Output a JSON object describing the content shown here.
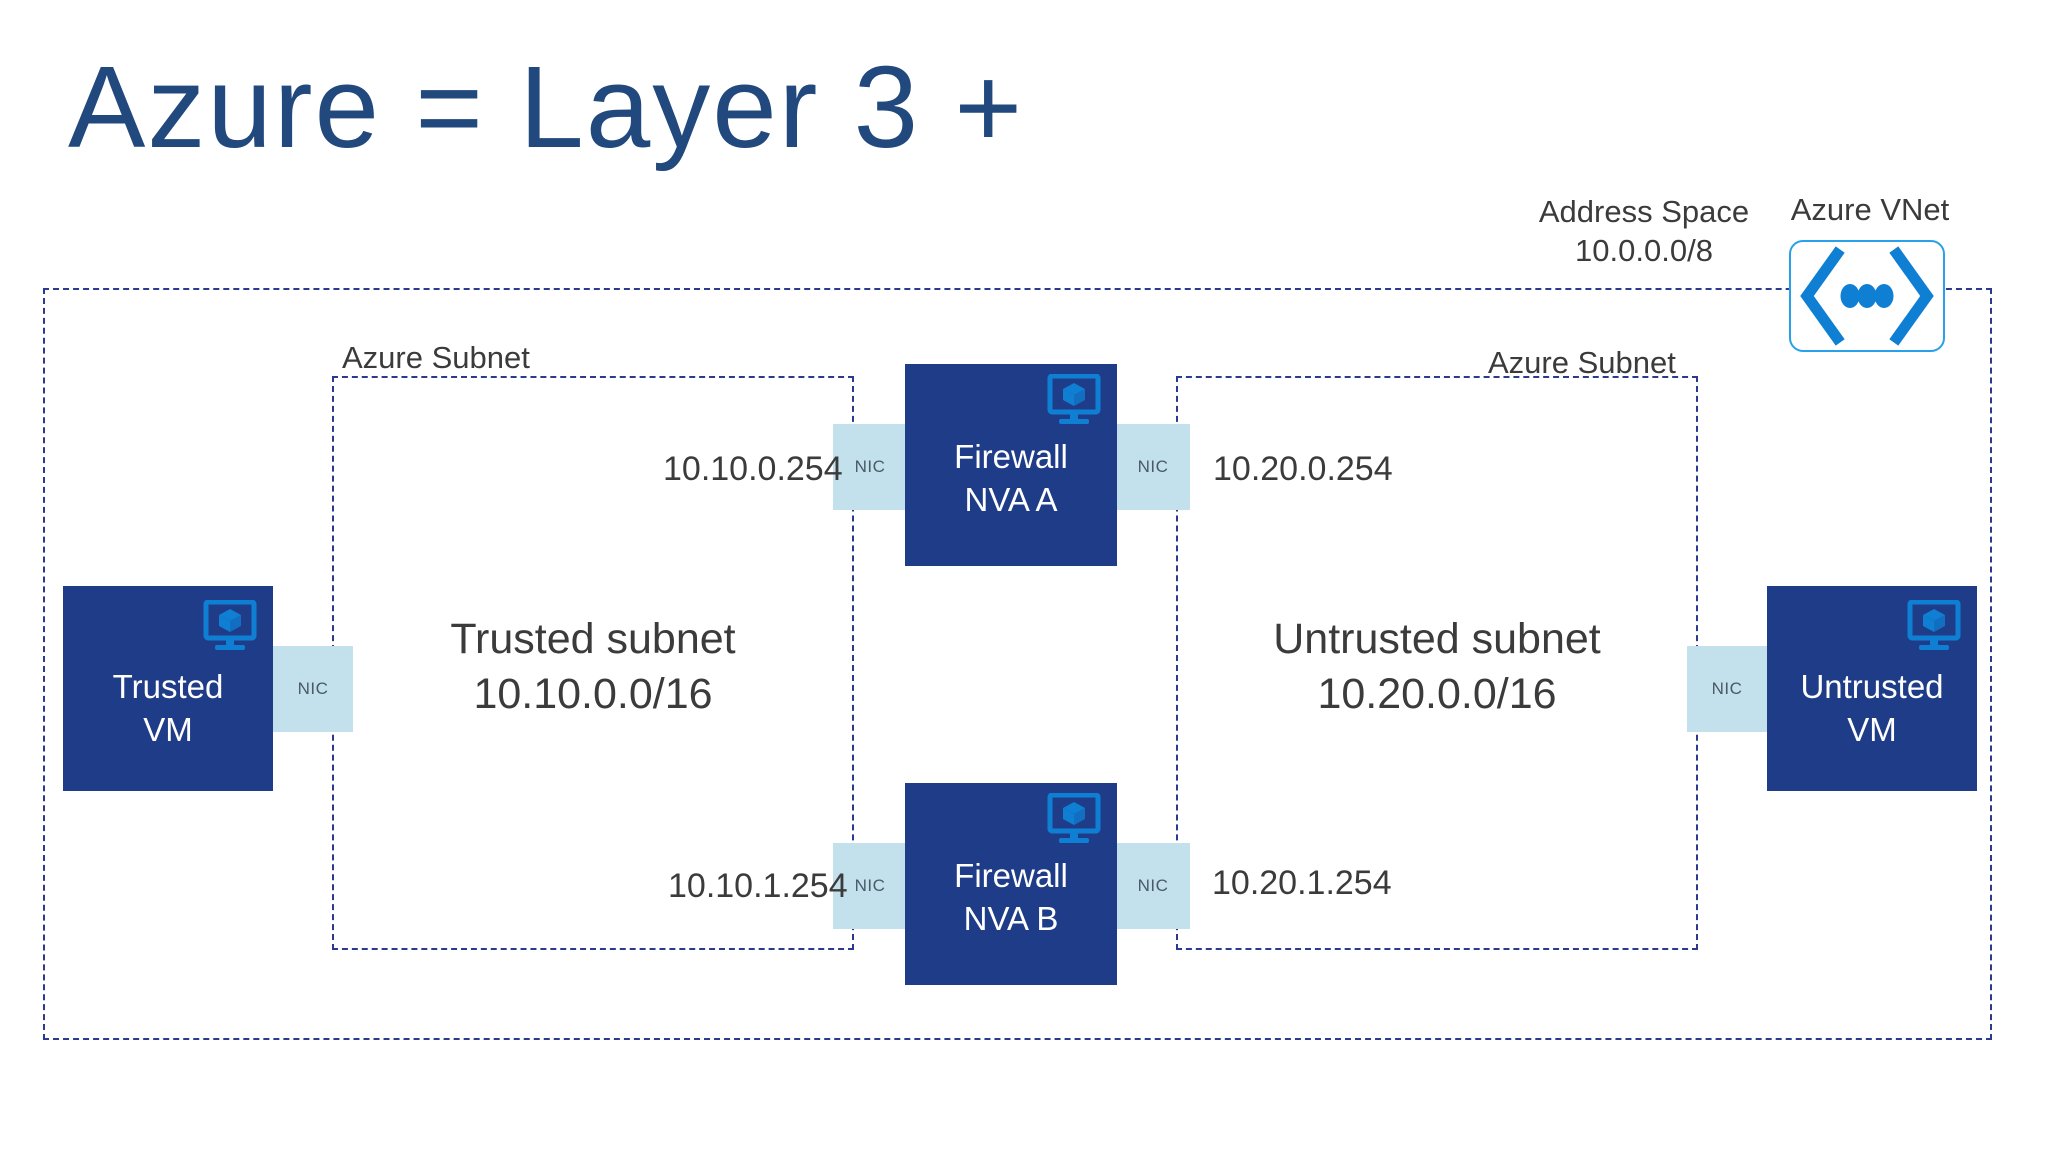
{
  "slide": {
    "title": "Azure = Layer 3 +",
    "title_color": "#21497D",
    "background": "#ffffff"
  },
  "vnet": {
    "name": "Azure VNet",
    "icon": "azure-vnet-chevron-dots-icon",
    "address_space_label": "Address Space",
    "address_space_cidr": "10.0.0.0/8",
    "border_color": "#2B3A8F",
    "icon_border_color": "#29A0EA",
    "icon_glyph_color": "#0F7FD4"
  },
  "subnets": [
    {
      "caption": "Azure Subnet",
      "title": "Trusted subnet",
      "cidr": "10.10.0.0/16"
    },
    {
      "caption": "Azure Subnet",
      "title": "Untrusted subnet",
      "cidr": "10.20.0.0/16"
    }
  ],
  "vms": [
    {
      "line1": "Trusted",
      "line2": "VM",
      "icon": "virtual-machine-icon",
      "nic_label": "NIC"
    },
    {
      "line1": "Untrusted",
      "line2": "VM",
      "icon": "virtual-machine-icon",
      "nic_label": "NIC"
    }
  ],
  "firewalls": [
    {
      "line1": "Firewall",
      "line2": "NVA A",
      "icon": "virtual-machine-icon",
      "nic_left_label": "NIC",
      "nic_right_label": "NIC",
      "ip_left": "10.10.0.254",
      "ip_right": "10.20.0.254"
    },
    {
      "line1": "Firewall",
      "line2": "NVA B",
      "icon": "virtual-machine-icon",
      "nic_left_label": "NIC",
      "nic_right_label": "NIC",
      "ip_left": "10.10.1.254",
      "ip_right": "10.20.1.254"
    }
  ],
  "colors": {
    "tile_fill": "#1F3C88",
    "nic_fill": "#C2E1EC",
    "text_dark": "#3B3B3B",
    "icon_blue": "#0F7FD4"
  }
}
